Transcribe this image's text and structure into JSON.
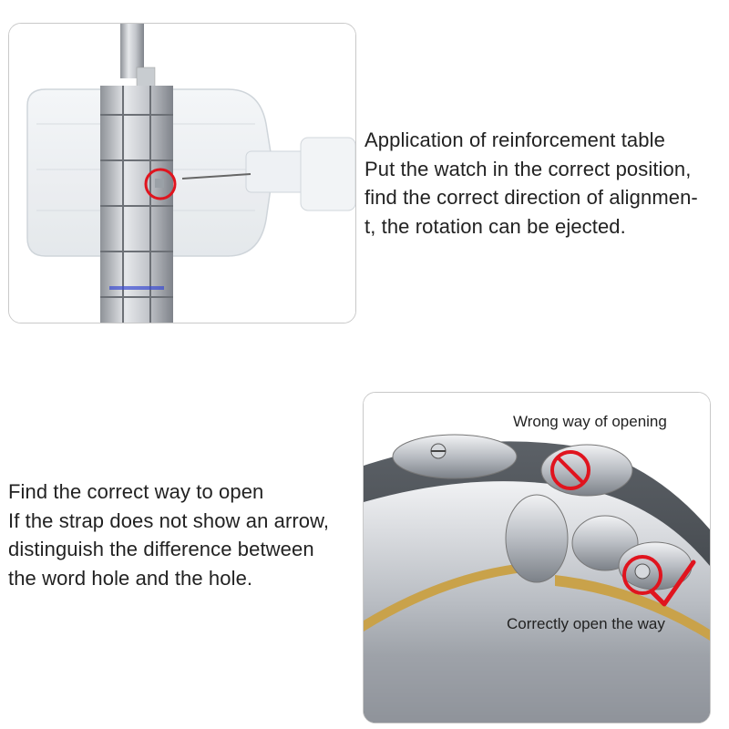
{
  "top_section": {
    "text_lines": [
      "Application of reinforcement table",
      "Put the watch in the correct position,",
      "find the correct direction of alignmen-",
      "t, the rotation can be ejected."
    ]
  },
  "bottom_section": {
    "text_lines": [
      "Find the correct way to open",
      "If the strap does not show an arrow,",
      "distinguish the difference between",
      "the word hole and the hole."
    ],
    "wrong_caption": "Wrong way of opening",
    "correct_caption": "Correctly open the way"
  },
  "colors": {
    "marker_red": "#e0141e",
    "steel": "#b8bcc2",
    "gold": "#c9a24a"
  },
  "icons": [
    "forbidden-icon",
    "checkmark-icon"
  ]
}
